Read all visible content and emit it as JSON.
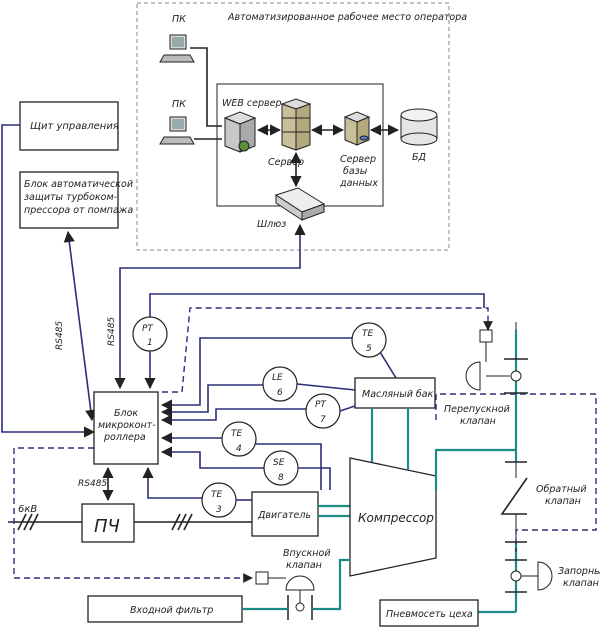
{
  "arm_title": "Автоматизированное рабочее место оператора",
  "pc_top": "ПК",
  "pc_mid": "ПК",
  "web_server": "WEB сервер",
  "server": "Сервер",
  "db_server": [
    "Сервер",
    "базы",
    "данных"
  ],
  "db": "БД",
  "gateway": "Шлюз",
  "control_panel": "Щит управления",
  "antisurge": [
    "Блок автоматической",
    "защиты турбоком-",
    "прессора от помпажа"
  ],
  "rs485_vert_left": "RS485",
  "rs485_vert_right": "RS485",
  "rs485_horiz": "RS485",
  "microcontroller": [
    "Блок",
    "микроконт-",
    "роллера"
  ],
  "pt1": [
    "PT",
    "1"
  ],
  "te5": [
    "TE",
    "5"
  ],
  "le6": [
    "LE",
    "6"
  ],
  "pt7": [
    "PT",
    "7"
  ],
  "te4": [
    "TE",
    "4"
  ],
  "se8": [
    "SE",
    "8"
  ],
  "te3": [
    "TE",
    "3"
  ],
  "oil_tank": "Масляный бак",
  "motor": "Двигатель",
  "compressor": "Компрессор",
  "vfd": "ПЧ",
  "voltage": "6кВ",
  "bypass_valve": [
    "Перепускной",
    "клапан"
  ],
  "check_valve": [
    "Обратный",
    "клапан"
  ],
  "shutoff_valve": [
    "Запорный",
    "клапан"
  ],
  "inlet_valve": [
    "Впускной",
    "клапан"
  ],
  "inlet_filter": "Входной фильтр",
  "pneumo_network": "Пневмосеть цеха"
}
